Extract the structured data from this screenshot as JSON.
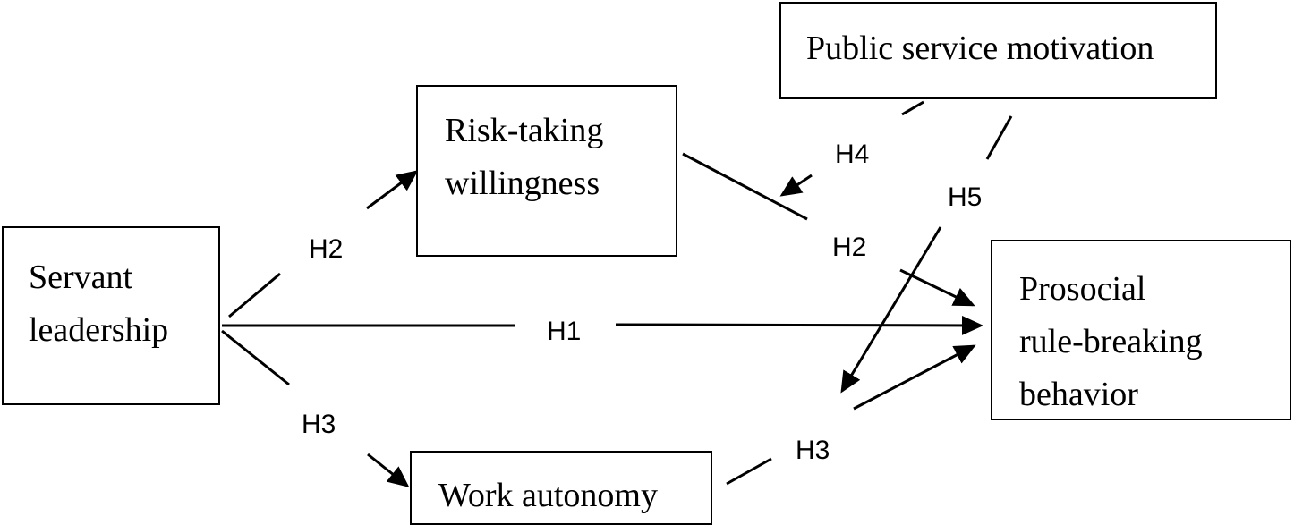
{
  "nodes": {
    "servant_leadership": [
      "Servant",
      "leadership"
    ],
    "risk_taking": [
      "Risk-taking",
      "willingness"
    ],
    "public_service_motivation": "Public service motivation",
    "prosocial": [
      "Prosocial",
      "rule-breaking",
      "behavior"
    ],
    "work_autonomy": "Work autonomy"
  },
  "hypotheses": {
    "h1": "H1",
    "h2_first": "H2",
    "h2_second": "H2",
    "h3_first": "H3",
    "h3_second": "H3",
    "h4": "H4",
    "h5": "H5"
  },
  "colors": {
    "line": "#000000",
    "background": "#ffffff"
  }
}
